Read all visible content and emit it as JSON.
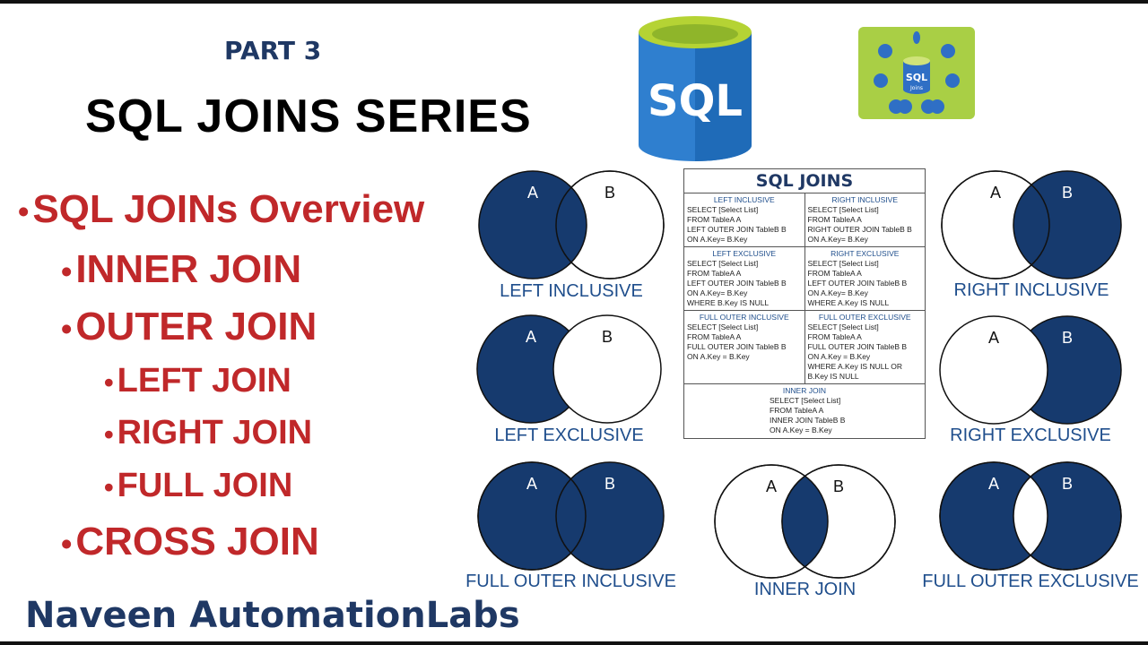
{
  "header": {
    "part": "PART 3",
    "title": "SQL JOINS SERIES"
  },
  "logos": {
    "sql_cylinder": "SQL",
    "sql_joins_badge": {
      "line1": "SQL",
      "line2": "Joins"
    }
  },
  "bullets": [
    {
      "text": "SQL JOINs Overview",
      "level": 1
    },
    {
      "text": "INNER JOIN",
      "level": 2
    },
    {
      "text": "OUTER JOIN",
      "level": 2
    },
    {
      "text": "LEFT JOIN",
      "level": 3
    },
    {
      "text": "RIGHT JOIN",
      "level": 3
    },
    {
      "text": "FULL JOIN",
      "level": 3
    },
    {
      "text": "CROSS JOIN",
      "level": 2
    }
  ],
  "brand": "Naveen AutomationLabs",
  "colors": {
    "navy": "#163a6e",
    "red": "#c0282a",
    "brand": "#1f3864",
    "badge_green": "#a9cf45",
    "cyl_blue": "#2f7fcf",
    "cyl_top": "#b5d334"
  },
  "venns": [
    {
      "label": "LEFT INCLUSIVE",
      "type": "left-inclusive",
      "a": "A",
      "b": "B"
    },
    {
      "label": "LEFT EXCLUSIVE",
      "type": "left-exclusive",
      "a": "A",
      "b": "B"
    },
    {
      "label": "FULL OUTER INCLUSIVE",
      "type": "full-inclusive",
      "a": "A",
      "b": "B"
    },
    {
      "label": "INNER JOIN",
      "type": "inner",
      "a": "A",
      "b": "B"
    },
    {
      "label": "RIGHT INCLUSIVE",
      "type": "right-inclusive",
      "a": "A",
      "b": "B"
    },
    {
      "label": "RIGHT EXCLUSIVE",
      "type": "right-exclusive",
      "a": "A",
      "b": "B"
    },
    {
      "label": "FULL OUTER EXCLUSIVE",
      "type": "full-exclusive",
      "a": "A",
      "b": "B"
    }
  ],
  "table": {
    "title": "SQL JOINS",
    "rows": [
      [
        {
          "head": "LEFT INCLUSIVE",
          "lines": [
            "SELECT [Select List]",
            "FROM TableA A",
            "LEFT OUTER JOIN TableB B",
            "ON A.Key= B.Key"
          ]
        },
        {
          "head": "RIGHT INCLUSIVE",
          "lines": [
            "SELECT [Select List]",
            "FROM TableA A",
            "RIGHT OUTER JOIN TableB B",
            "ON A.Key= B.Key"
          ]
        }
      ],
      [
        {
          "head": "LEFT EXCLUSIVE",
          "lines": [
            "SELECT [Select List]",
            "FROM TableA A",
            "LEFT OUTER JOIN TableB B",
            "ON A.Key= B.Key",
            "WHERE B.Key IS NULL"
          ]
        },
        {
          "head": "RIGHT EXCLUSIVE",
          "lines": [
            "SELECT [Select List]",
            "FROM TableA A",
            "LEFT OUTER JOIN TableB B",
            "ON A.Key= B.Key",
            "WHERE A.Key IS NULL"
          ]
        }
      ],
      [
        {
          "head": "FULL OUTER INCLUSIVE",
          "lines": [
            "SELECT [Select List]",
            "FROM TableA A",
            "FULL OUTER JOIN TableB B",
            "ON A.Key = B.Key"
          ]
        },
        {
          "head": "FULL OUTER EXCLUSIVE",
          "lines": [
            "SELECT [Select List]",
            "FROM TableA A",
            "FULL OUTER JOIN TableB B",
            "ON A.Key = B.Key",
            "WHERE A.Key IS NULL OR B.Key IS NULL"
          ]
        }
      ]
    ],
    "inner": {
      "head": "INNER JOIN",
      "lines": [
        "SELECT [Select List]",
        "FROM TableA A",
        "INNER JOIN TableB B",
        "ON A.Key = B.Key"
      ]
    }
  }
}
